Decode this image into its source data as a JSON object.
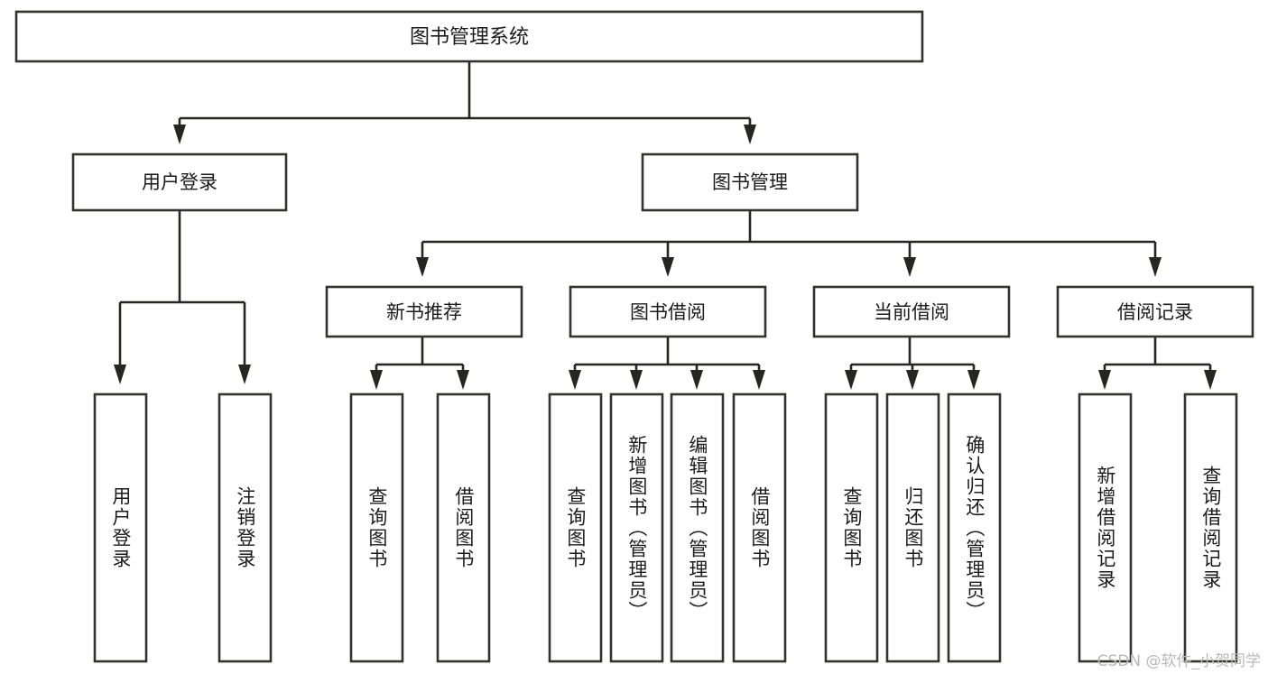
{
  "diagram": {
    "title": "图书管理系统",
    "type": "tree",
    "orientation": "top-down",
    "colors": {
      "box_fill": "#ffffff",
      "box_stroke": "#33322f",
      "connector": "#26251f",
      "text": "#1b1b1b",
      "background": "#ffffff",
      "watermark": "#b9b9b9"
    },
    "root": {
      "id": "root",
      "label": "图书管理系统"
    },
    "level2": [
      {
        "id": "user-login",
        "label": "用户登录"
      },
      {
        "id": "book-manage",
        "label": "图书管理"
      }
    ],
    "level3": [
      {
        "id": "new-book-recommend",
        "label": "新书推荐",
        "parent": "book-manage"
      },
      {
        "id": "book-borrow",
        "label": "图书借阅",
        "parent": "book-manage"
      },
      {
        "id": "current-borrow",
        "label": "当前借阅",
        "parent": "book-manage"
      },
      {
        "id": "borrow-record",
        "label": "借阅记录",
        "parent": "book-manage"
      }
    ],
    "leaves": [
      {
        "id": "leaf-user-login",
        "label": "用户登录",
        "parent": "user-login"
      },
      {
        "id": "leaf-logout-login",
        "label": "注销登录",
        "parent": "user-login"
      },
      {
        "id": "leaf-query-book-1",
        "label": "查询图书",
        "parent": "new-book-recommend"
      },
      {
        "id": "leaf-borrow-book-1",
        "label": "借阅图书",
        "parent": "new-book-recommend"
      },
      {
        "id": "leaf-query-book-2",
        "label": "查询图书",
        "parent": "book-borrow"
      },
      {
        "id": "leaf-add-book",
        "label": "新增图书（管理员）",
        "parent": "book-borrow"
      },
      {
        "id": "leaf-edit-book",
        "label": "编辑图书（管理员）",
        "parent": "book-borrow"
      },
      {
        "id": "leaf-borrow-book-2",
        "label": "借阅图书",
        "parent": "book-borrow"
      },
      {
        "id": "leaf-query-book-3",
        "label": "查询图书",
        "parent": "current-borrow"
      },
      {
        "id": "leaf-return-book",
        "label": "归还图书",
        "parent": "current-borrow"
      },
      {
        "id": "leaf-confirm-return",
        "label": "确认归还（管理员）",
        "parent": "current-borrow"
      },
      {
        "id": "leaf-add-record",
        "label": "新增借阅记录",
        "parent": "borrow-record"
      },
      {
        "id": "leaf-query-record",
        "label": "查询借阅记录",
        "parent": "borrow-record"
      }
    ],
    "watermark": "CSDN @软件_小贺同学"
  }
}
